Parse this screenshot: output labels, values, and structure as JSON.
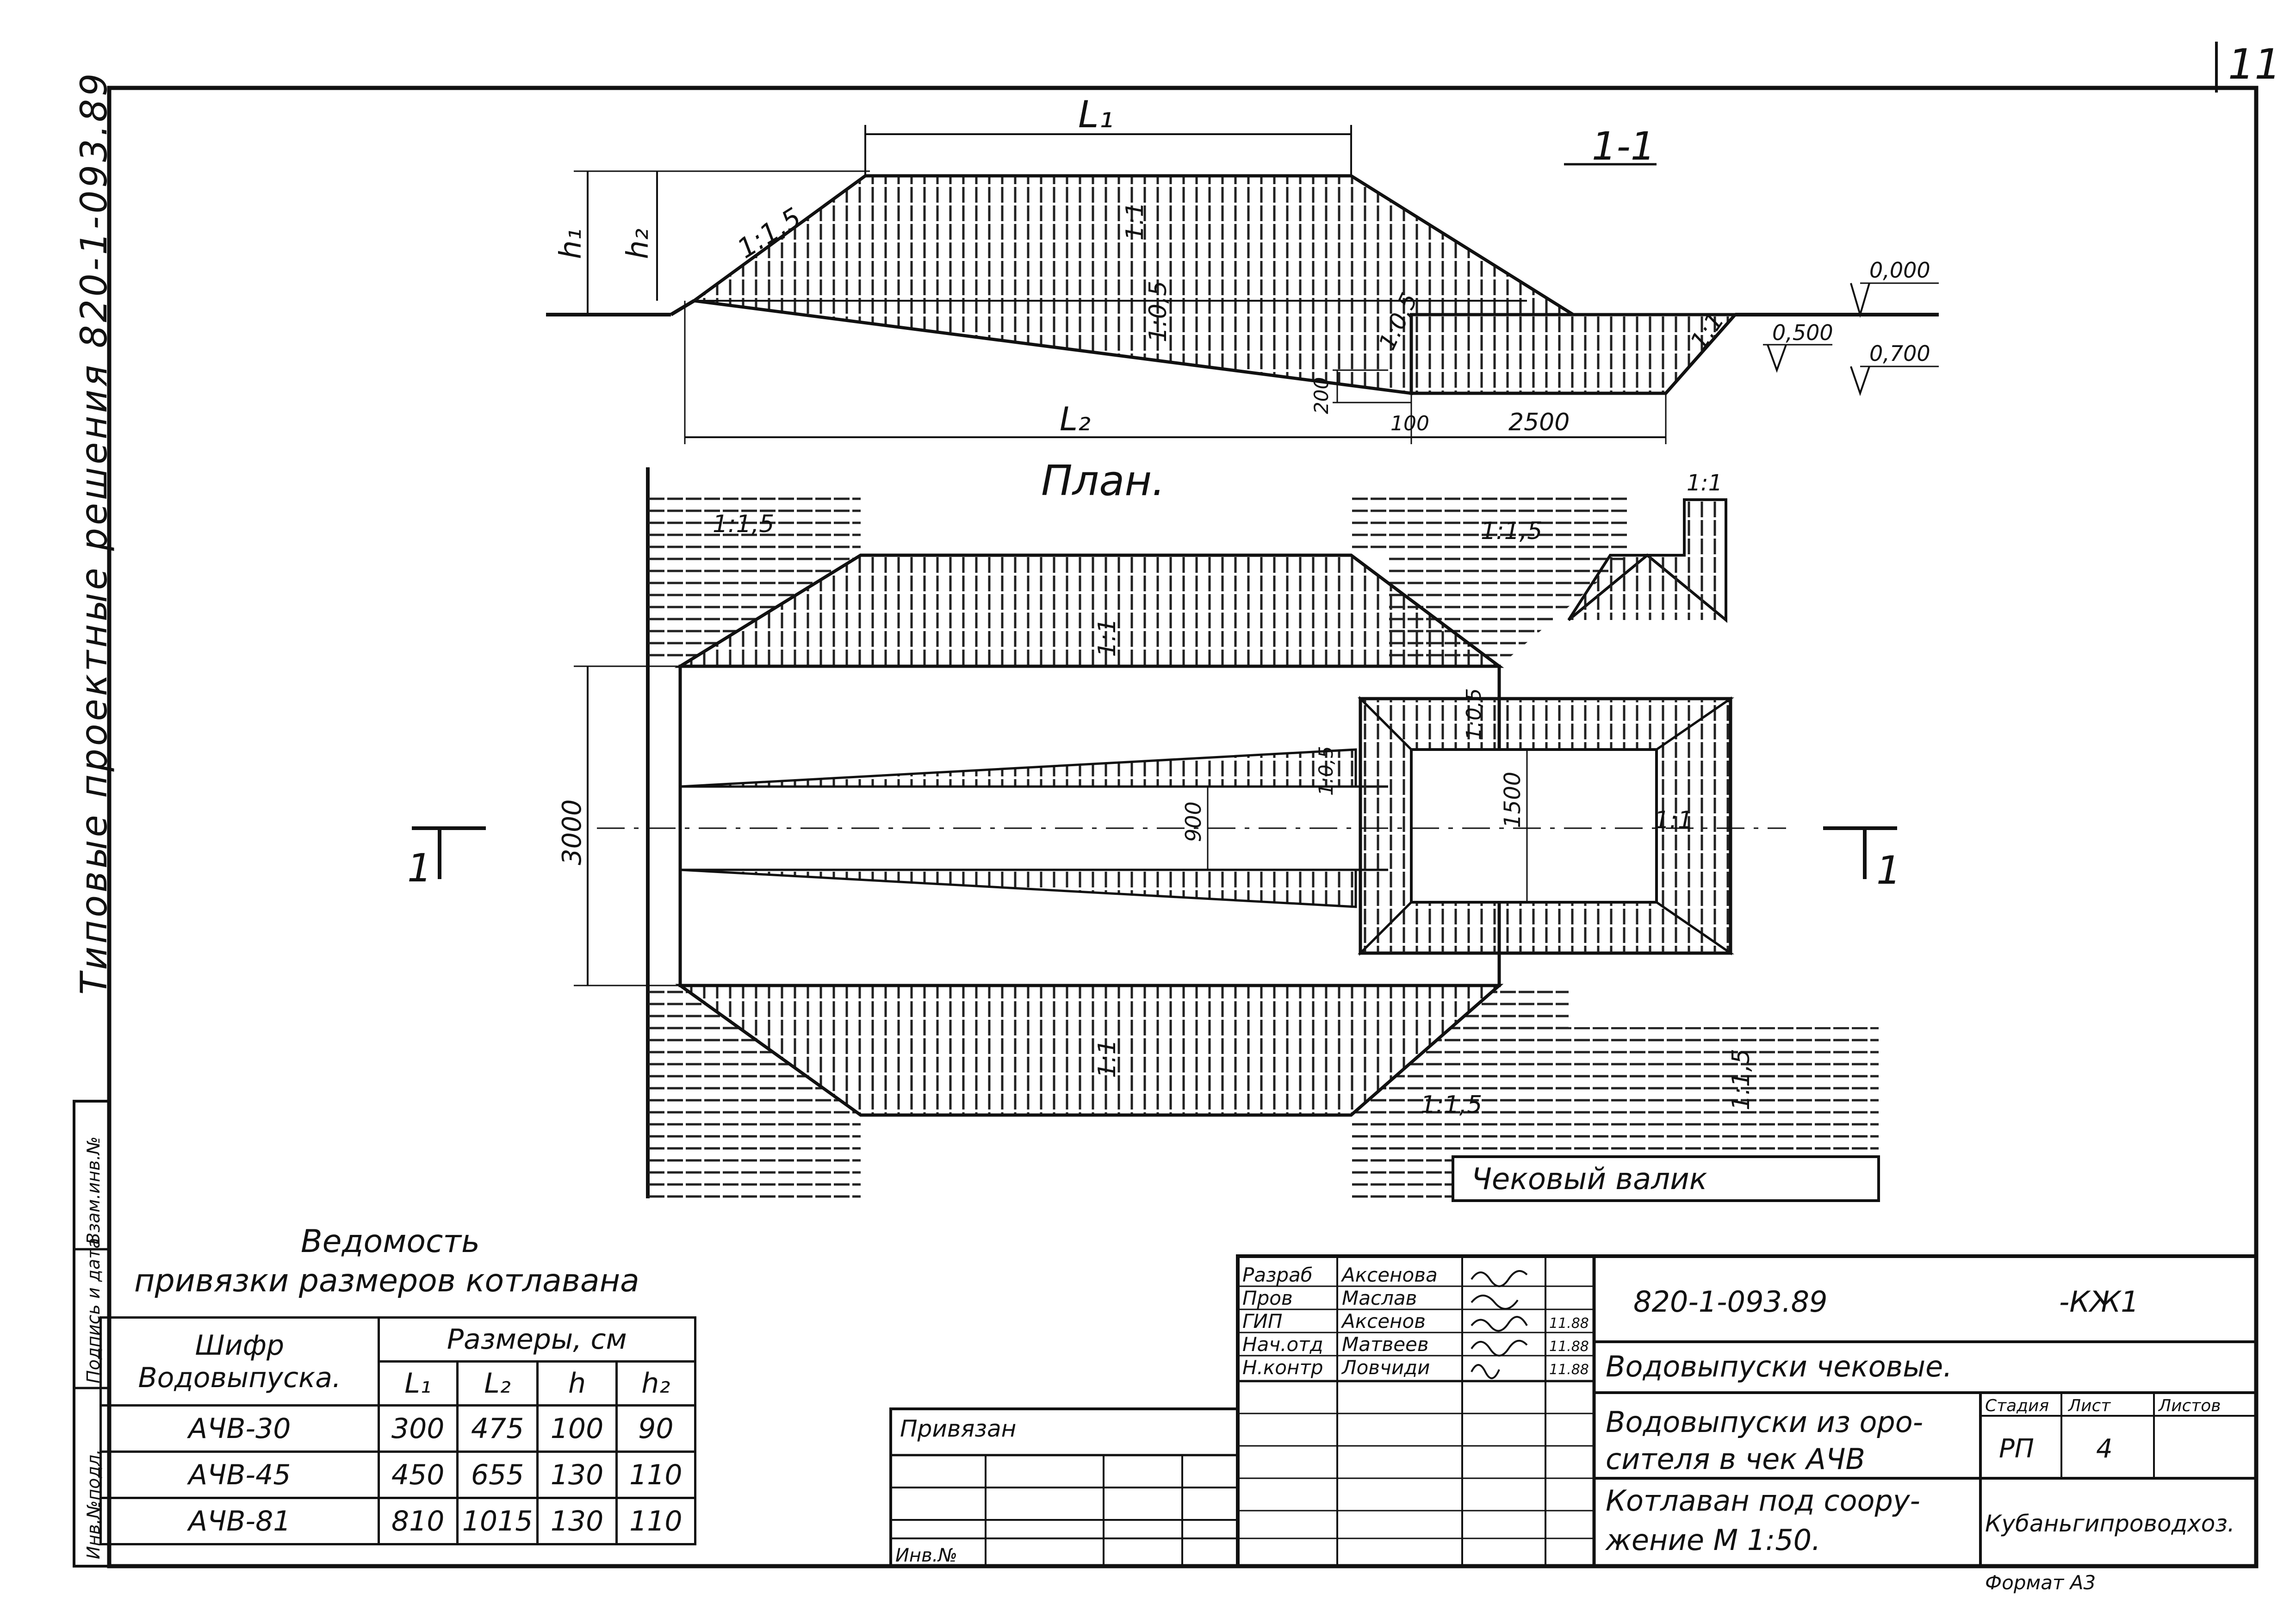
{
  "page": {
    "number": "11"
  },
  "side_strip": {
    "text": "Типовые проектные решения 820-1-093.89"
  },
  "section": {
    "title": "1-1",
    "labels": {
      "L1": "L₁",
      "L2": "L₂",
      "h1": "h₁",
      "h2": "h₂",
      "slope_left": "1:1,5",
      "slope_top": "1:1",
      "slope_mid": "1:0,5",
      "slope_pit": "1:0,5",
      "slope_right": "1:1",
      "dim_200": "200",
      "dim_100": "100",
      "dim_2500": "2500"
    },
    "elevations": [
      "0,000",
      "0,500",
      "0,700"
    ]
  },
  "plan": {
    "title": "План.",
    "labels": {
      "slope_tl": "1:1,5",
      "slope_tr": "1:1,5",
      "slope_corner": "1:1",
      "slope_top": "1:1",
      "slope_bottom": "1:1",
      "slope_br": "1:1,5",
      "slope_bl": "1:1,5",
      "slope_pit_top": "1:0,5",
      "slope_pit_right": "1:1",
      "slope_cone": "1:0,5",
      "dim_3000": "3000",
      "dim_900": "900",
      "dim_1500": "1500"
    },
    "cut_mark": "1",
    "levee_label": "Чековый валик"
  },
  "schedule": {
    "title_line1": "Ведомость",
    "title_line2": "привязки размеров котлавана",
    "header_code_1": "Шифр",
    "header_code_2": "Водовыпуска.",
    "header_sizes": "Размеры, см",
    "columns": [
      "L₁",
      "L₂",
      "h",
      "h₂"
    ],
    "rows": [
      {
        "code": "АЧВ-30",
        "values": [
          "300",
          "475",
          "100",
          "90"
        ]
      },
      {
        "code": "АЧВ-45",
        "values": [
          "450",
          "655",
          "130",
          "110"
        ]
      },
      {
        "code": "АЧВ-81",
        "values": [
          "810",
          "1015",
          "130",
          "110"
        ]
      }
    ]
  },
  "left_stamp": [
    "Инв.№подл.",
    "Подпись и дата",
    "Взам.инв.№"
  ],
  "binding_block": {
    "label": "Привязан",
    "inv_label": "Инв.№"
  },
  "title_block": {
    "roles": [
      {
        "role": "Разраб",
        "name": "Аксенова",
        "date": ""
      },
      {
        "role": "Пров",
        "name": "Маслав",
        "date": ""
      },
      {
        "role": "ГИП",
        "name": "Аксенов",
        "date": "11.88"
      },
      {
        "role": "Нач.отд",
        "name": "Матвеев",
        "date": "11.88"
      },
      {
        "role": "Н.контр",
        "name": "Ловчиди",
        "date": "11.88"
      }
    ],
    "doc_code": "820-1-093.89",
    "doc_suffix": "-КЖ1",
    "name_line": "Водовыпуски чековые.",
    "desc_line1": "Водовыпуски из оро-",
    "desc_line2": "сителя в чек АЧВ",
    "sheet_title_1": "Котлаван под соору-",
    "sheet_title_2": "жение М 1:50.",
    "stage_label": "Стадия",
    "sheet_label": "Лист",
    "sheets_label": "Листов",
    "stage": "РП",
    "sheet": "4",
    "org": "Кубаньгипроводхоз.",
    "format": "Формат А3"
  }
}
